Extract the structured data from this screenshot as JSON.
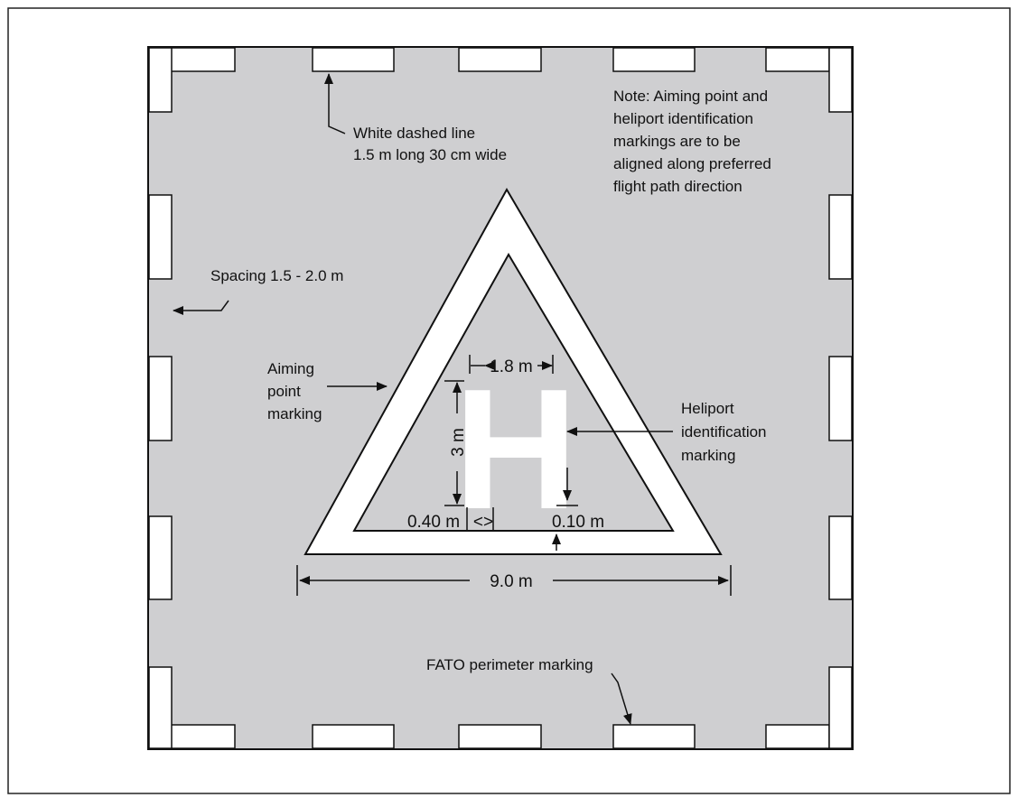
{
  "labels": {
    "dashed_line": [
      "White dashed line",
      "1.5 m long 30 cm wide"
    ],
    "note": [
      "Note: Aiming point and",
      "heliport identification",
      "markings are to be",
      "aligned along preferred",
      "flight path direction"
    ],
    "spacing": "Spacing 1.5 - 2.0 m",
    "aiming_point": [
      "Aiming",
      "point",
      "marking"
    ],
    "heliport_id": [
      "Heliport",
      "identification",
      "marking"
    ],
    "fato_perimeter": "FATO perimeter marking"
  },
  "dimensions": {
    "h_width": "1.8 m",
    "h_height": "3 m",
    "stroke_width": "0.40 m",
    "gap": "0.10 m",
    "triangle_base": "9.0 m"
  },
  "h_letter": "H",
  "colors": {
    "surface": "#cfcfd1",
    "marking": "#ffffff",
    "line": "#111111"
  }
}
